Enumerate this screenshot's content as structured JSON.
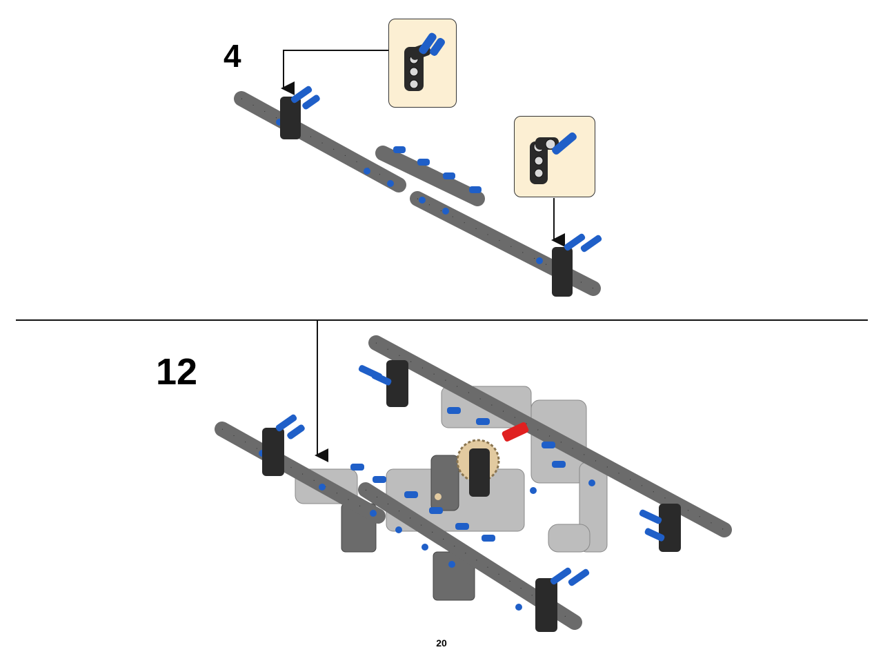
{
  "page": {
    "sub_step_number": "4",
    "step_number": "12",
    "page_number": "20"
  },
  "colors": {
    "beam_dark_gray": "#6b6b6b",
    "beam_light_gray": "#bdbdbd",
    "connector_black": "#2a2a2a",
    "pin_blue": "#1f5fc8",
    "axle_red": "#e02020",
    "gear_tan": "#e2caa0",
    "callout_background": "#fcefd3"
  },
  "icons": [
    "black-connector-with-blue-pins-icon",
    "dark-gray-beam-icon",
    "blue-pin-icon",
    "red-axle-icon",
    "tan-gear-icon"
  ]
}
